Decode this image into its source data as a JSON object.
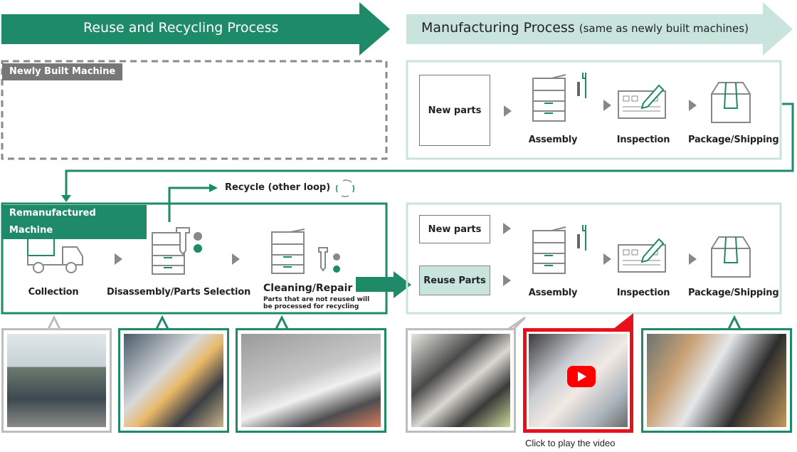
{
  "banners": {
    "reuse": {
      "title": "Reuse and Recycling Process"
    },
    "manufacturing": {
      "title": "Manufacturing Process",
      "subtitle": "(same as newly built machines)"
    }
  },
  "newly_built": {
    "tag": "Newly Built Machine",
    "flow": {
      "input": "New parts",
      "steps": [
        {
          "icon": "copier-tools-icon",
          "label": "Assembly"
        },
        {
          "icon": "inspection-sheet-icon",
          "label": "Inspection"
        },
        {
          "icon": "package-box-icon",
          "label": "Package/Shipping"
        }
      ]
    }
  },
  "remanufactured": {
    "tag": "Remanufactured Machine",
    "recycle_label": "Recycle (other loop)",
    "steps": [
      {
        "icon": "truck-icon",
        "label": "Collection"
      },
      {
        "icon": "copier-screws-icon",
        "label": "Disassembly/Parts Selection"
      },
      {
        "icon": "copier-screws-icon",
        "label": "Cleaning/Repair",
        "note": "Parts that are not reused will be processed for recycling"
      }
    ],
    "flow": {
      "inputs": [
        "New parts",
        "Reuse Parts"
      ],
      "steps": [
        {
          "icon": "copier-tools-icon",
          "label": "Assembly"
        },
        {
          "icon": "inspection-sheet-icon",
          "label": "Inspection"
        },
        {
          "icon": "package-box-icon",
          "label": "Package/Shipping"
        }
      ]
    }
  },
  "photos": [
    {
      "name": "photo-collection-forklift",
      "alt": "Forklift loading collected machines"
    },
    {
      "name": "photo-disassembly",
      "alt": "Worker disassembling copier"
    },
    {
      "name": "photo-cleaning",
      "alt": "Cleaning parts with air hose"
    },
    {
      "name": "photo-assembly",
      "alt": "Worker assembling machine"
    },
    {
      "name": "photo-inspection-video",
      "alt": "Inspection video",
      "video": true
    },
    {
      "name": "photo-packaging",
      "alt": "Packaged machine on pallet"
    }
  ],
  "video_caption": "Click to play the video",
  "colors": {
    "brand_green": "#1e8a67",
    "light_green": "#c9e3dd",
    "gray": "#888888",
    "video_red": "#e8101b"
  }
}
